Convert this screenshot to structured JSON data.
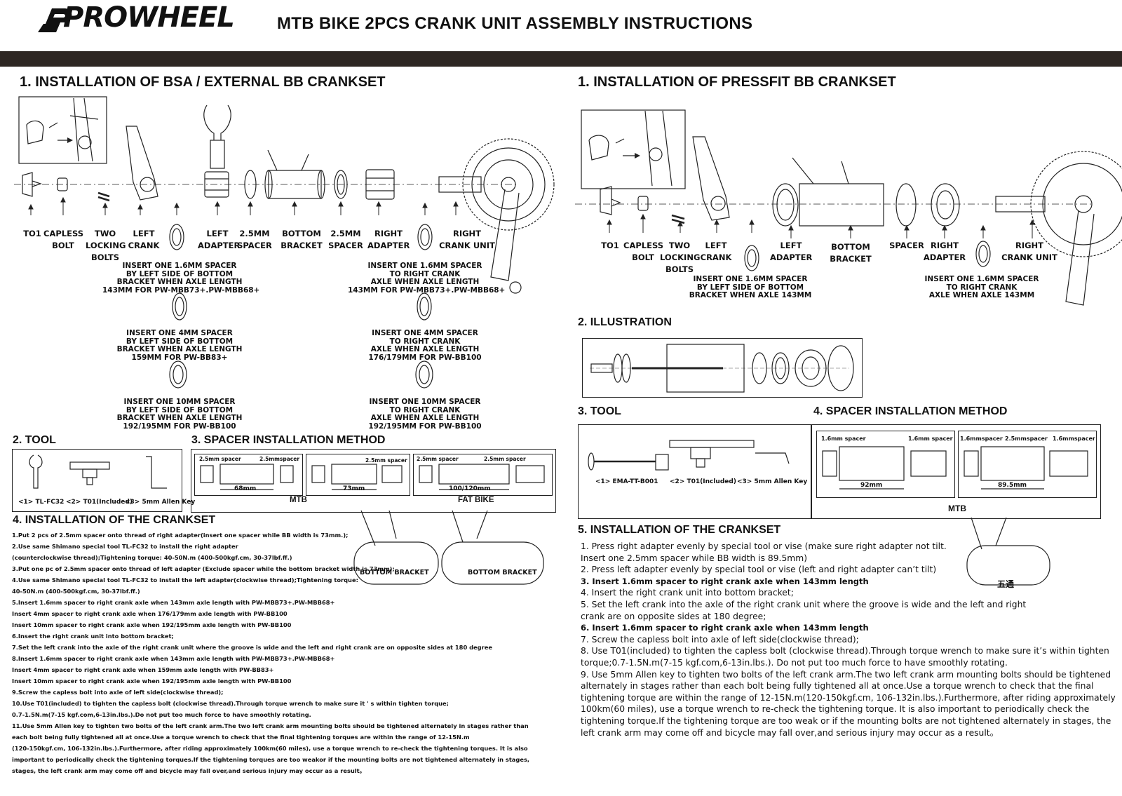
{
  "header": {
    "brand": "PROWHEEL",
    "title": "MTB BIKE 2PCS CRANK UNIT ASSEMBLY INSTRUCTIONS"
  },
  "left": {
    "section1_title": "1. INSTALLATION OF BSA / EXTERNAL BB CRANKSET",
    "parts": [
      "TO1",
      "CAPLESS\nBOLT",
      "TWO\nLOCKING\nBOLTS",
      "LEFT\nCRANK",
      "LEFT\nADAPTER",
      "2.5MM\nSPACER",
      "BOTTOM\nBRACKET",
      "2.5MM\nSPACER",
      "RIGHT\nADAPTER",
      "RIGHT\nCRANK UNIT"
    ],
    "notes_left": [
      "INSERT ONE 1.6MM SPACER\nBY LEFT SIDE OF BOTTOM\nBRACKET WHEN AXLE LENGTH\n143MM FOR PW-MBB73+.PW-MBB68+",
      "INSERT ONE 4MM SPACER\nBY LEFT SIDE OF BOTTOM\nBRACKET WHEN AXLE LENGTH\n159MM FOR PW-BB83+",
      "INSERT ONE 10MM SPACER\nBY LEFT SIDE OF BOTTOM\nBRACKET WHEN AXLE LENGTH\n192/195MM FOR PW-BB100"
    ],
    "notes_right": [
      "INSERT ONE 1.6MM SPACER\nTO RIGHT CRANK\nAXLE WHEN AXLE LENGTH\n143MM FOR PW-MBB73+.PW-MBB68+",
      "INSERT ONE 4MM SPACER\nTO RIGHT CRANK\nAXLE WHEN AXLE LENGTH\n176/179MM FOR PW-BB100",
      "INSERT ONE 10MM SPACER\nTO RIGHT CRANK\nAXLE WHEN AXLE LENGTH\n192/195MM FOR PW-BB100"
    ],
    "tool_title": "2. TOOL",
    "tools": [
      "<1> TL-FC32",
      "<2> T01(Included)",
      "<3> 5mm Allen Key"
    ],
    "spacer_title": "3. SPACER INSTALLATION METHOD",
    "spacer_panels": [
      {
        "l": "2.5mm spacer",
        "r": "2.5mmspacer",
        "w": "68mm"
      },
      {
        "l": "",
        "r": "2.5mm spacer",
        "w": "73mm"
      },
      {
        "l": "2.5mm spacer",
        "r": "2.5mm spacer",
        "w": "100/120mm"
      }
    ],
    "mtb_label": "MTB",
    "fat_label": "FAT BIKE",
    "bracket_label": "BOTTOM BRACKET",
    "section4_title": "4. INSTALLATION OF THE CRANKSET",
    "steps": [
      "1.Put 2 pcs of 2.5mm spacer onto thread of right adapter(insert one spacer while BB width is 73mm.);",
      "2.Use same Shimano special tool TL-FC32 to install the right adapter",
      "  (counterclockwise thread);Tightening  torque: 40-50N.m (400-500kgf.cm, 30-37lbf.ff.)",
      "3.Put one pc of 2.5mm spacer onto thread of left adapter (Exclude spacer while the bottom bracket width is 73mm);",
      "4.Use same Shimano special tool TL-FC32 to install the left adapter(clockwise thread);Tightening  torque:",
      " 40-50N.m (400-500kgf.cm, 30-37lbf.ff.)",
      "5.Insert 1.6mm spacer to right crank axle when 143mm axle length with PW-MBB73+.PW-MBB68+",
      "    Insert 4mm spacer to right crank axle when 176/179mm axle length with PW-BB100",
      "    Insert 10mm  spacer to right crank axle when 192/195mm axle length with PW-BB100",
      "6.Insert the right crank unit into bottom bracket;",
      "7.Set the left crank into the axle of the right crank unit where the groove is wide and the left and right crank are on opposite sides at 180 degree",
      "8.Insert 1.6mm spacer to right crank axle when 143mm axle length with PW-MBB73+.PW-MBB68+",
      "    Insert 4mm spacer to right crank axle when 159mm axle length with PW-BB83+",
      "    Insert 10mm  spacer to right crank axle when 192/195mm axle length with PW-BB100",
      "9.Screw the capless bolt into axle of left side(clockwise thread);",
      "10.Use T01(included) to tighten the capless bolt (clockwise thread).Through torque  wrench to make sure it ' s within tighten torque;",
      "      0.7-1.5N.m(7-15 kgf.com,6-13in.lbs.).Do not put too much force to have smoothly rotating.",
      "11.Use 5mm Allen key to tighten two bolts of the left crank arm.The two left crank arm mounting bolts should be tightened alternately in stages rather than",
      "      each bolt being fully tightened all at once.Use a torque wrench to check that the final tightening torques are within the range of 12-15N.m",
      "      (120-150kgf.cm, 106-132in.lbs.).Furthermore, after riding approximately 100km(60 miles), use a torque wrench to re-check the tightening torques. It is also",
      "      important to periodically check the tightening torques.If the tightening torques are too weakor if the mounting bolts are not tightened alternately in stages,",
      "      stages, the left crank arm may come off and bicycle may fall over,and serious injury may occur as a result。"
    ]
  },
  "right": {
    "section1_title": "1. INSTALLATION OF PRESSFIT BB CRANKSET",
    "parts": [
      "TO1",
      "CAPLESS\nBOLT",
      "TWO\nLOCKING\nBOLTS",
      "LEFT\nCRANK",
      "LEFT\nADAPTER",
      "BOTTOM\nBRACKET",
      "SPACER",
      "RIGHT\nADAPTER",
      "RIGHT\nCRANK UNIT"
    ],
    "note_left": "INSERT ONE 1.6MM SPACER\nBY LEFT SIDE OF BOTTOM\nBRACKET WHEN AXLE 143MM",
    "note_right": "INSERT ONE 1.6MM SPACER\nTO RIGHT CRANK\nAXLE WHEN AXLE 143MM",
    "illustration_title": "2. ILLUSTRATION",
    "tool_title": "3. TOOL",
    "tools": [
      "<1> EMA-TT-B001",
      "<2> T01(Included)",
      "<3> 5mm Allen Key"
    ],
    "spacer_title": "4. SPACER INSTALLATION METHOD",
    "spacer_panels": [
      {
        "l": "1.6mm spacer",
        "r": "1.6mm spacer",
        "m": "",
        "w": "92mm"
      },
      {
        "l": "1.6mmspacer",
        "r": "1.6mmspacer",
        "m": "2.5mmspacer",
        "w": "89.5mm"
      }
    ],
    "mtb_label": "MTB",
    "bracket_label": "五通",
    "section5_title": "5. INSTALLATION OF THE CRANKSET",
    "steps": [
      "1. Press right adapter evenly by special tool or vise (make sure right adapter not tilt.",
      "    Insert one 2.5mm spacer while BB width is 89.5mm)",
      "2. Press left adapter evenly by special tool or vise (left and right adapter can’t tilt)",
      "3. Insert 1.6mm spacer to right crank axle when 143mm length",
      "4. Insert the right crank unit into bottom bracket;",
      "5. Set the left crank into the axle of the right crank unit where the groove is wide and the left and right",
      "    crank are on opposite sides at 180 degree;",
      "6. Insert 1.6mm spacer to right crank axle when 143mm length",
      "7. Screw the capless bolt into axle of left side(clockwise thread);",
      "8. Use T01(included) to tighten the capless bolt (clockwise thread).Through torque  wrench to make sure it’s within tighten",
      "    torque;0.7-1.5N.m(7-15 kgf.com,6-13in.lbs.).  Do not put too much force to have smoothly rotating.",
      "9. Use 5mm Allen key to tighten two bolts of the left crank arm.The two left crank arm mounting bolts should be tightened",
      "    alternately in stages rather than each bolt being fully tightened all at once.Use a torque wrench to check that the final",
      "    tightening torque are within the range of 12-15N.m(120-150kgf.cm, 106-132in.lbs.).Furthermore, after riding approximately",
      "    100km(60 miles), use a torque wrench to re-check the tightening torque. It is also important to periodically check the",
      "    tightening torque.If the tightening torque are too weak or if the mounting bolts are not tightened alternately in stages, the",
      "    left crank arm may come off and bicycle may fall over,and serious injury may occur as a result。"
    ]
  }
}
